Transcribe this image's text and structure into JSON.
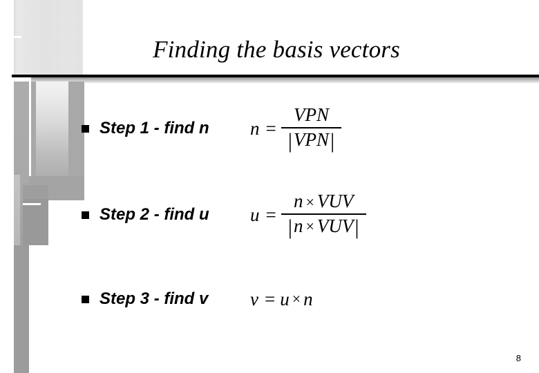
{
  "slide": {
    "title": "Finding the basis vectors",
    "page_number": "8",
    "theme": {
      "background": "#ffffff",
      "text_color": "#000000",
      "rule_color": "#000000",
      "decor_gray": "#a8a8a8",
      "decor_light": "#e6e6e6"
    }
  },
  "bullets": [
    {
      "label": "Step 1 - find n",
      "equation": {
        "lhs": "n",
        "relation": "=",
        "kind": "fraction",
        "numerator": "VPN",
        "denominator_abs": "VPN",
        "plain": "n = VPN / |VPN|"
      }
    },
    {
      "label": "Step 2 - find u",
      "equation": {
        "lhs": "u",
        "relation": "=",
        "kind": "fraction",
        "numerator_left": "n",
        "numerator_op": "×",
        "numerator_right": "VUV",
        "denominator_left": "n",
        "denominator_op": "×",
        "denominator_right": "VUV",
        "plain": "u = (n × VUV) / |n × VUV|"
      }
    },
    {
      "label": "Step 3 - find v",
      "equation": {
        "lhs": "v",
        "relation": "=",
        "kind": "inline",
        "left": "u",
        "op": "×",
        "right": "n",
        "plain": "v = u × n"
      }
    }
  ],
  "pipes": {
    "left": "|",
    "right": "|"
  }
}
